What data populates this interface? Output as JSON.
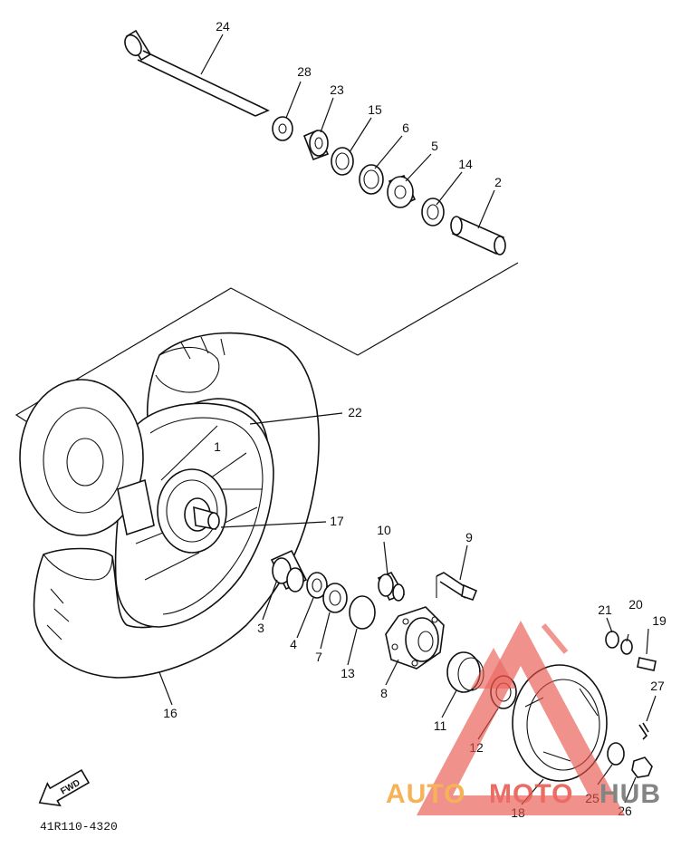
{
  "diagram": {
    "part_code": "41R110-4320",
    "fwd_label": "FWD",
    "watermark": {
      "text_auto": "AUTO",
      "text_moto": "MOTO",
      "text_hub": "HUB",
      "color_red": "#e8534a",
      "color_orange": "#f4a53a",
      "color_gray": "#6f6f6f"
    },
    "callouts": {
      "p24": "24",
      "p28": "28",
      "p23": "23",
      "p15": "15",
      "p6": "6",
      "p5": "5",
      "p14": "14",
      "p2": "2",
      "p22": "22",
      "p1": "1",
      "p17": "17",
      "p10": "10",
      "p9": "9",
      "p3": "3",
      "p4": "4",
      "p7": "7",
      "p13": "13",
      "p8": "8",
      "p16": "16",
      "p11": "11",
      "p12": "12",
      "p21": "21",
      "p20": "20",
      "p19": "19",
      "p27": "27",
      "p18": "18",
      "p25": "25",
      "p26": "26"
    }
  }
}
